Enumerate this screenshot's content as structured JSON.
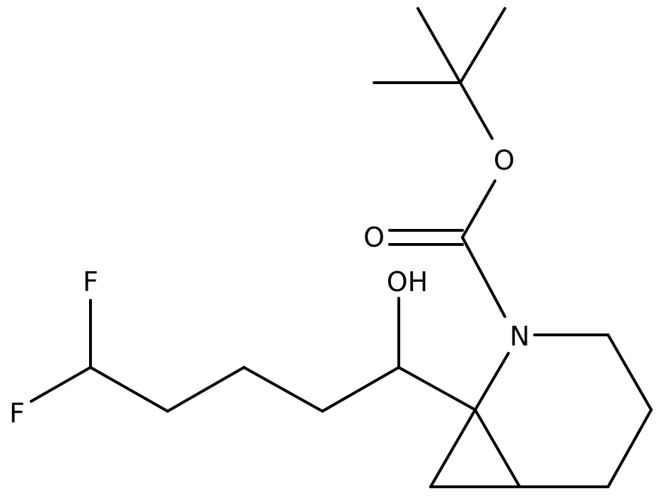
{
  "atoms": {
    "oh": "OH",
    "o_ester": "O",
    "o_carbonyl": "O",
    "n": "N",
    "f_top": "F",
    "f_bottom": "F"
  },
  "colors": {
    "ink": "#000000",
    "background": "#ffffff"
  }
}
